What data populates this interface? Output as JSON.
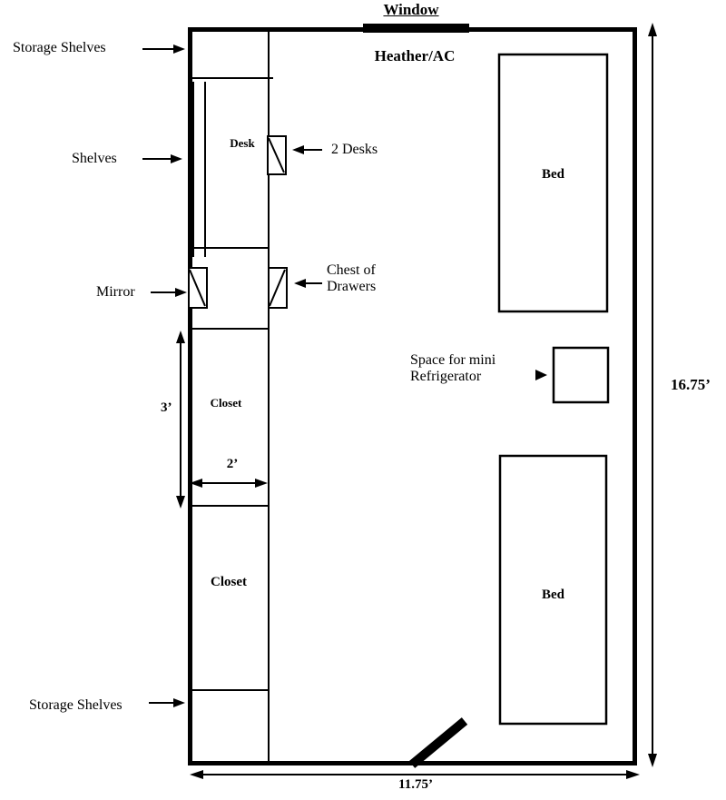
{
  "title": "Dorm room floor plan",
  "colors": {
    "line": "#000000",
    "background": "#ffffff"
  },
  "labels": {
    "window": "Window",
    "heater": "Heather/AC",
    "storage_shelves_top": "Storage Shelves",
    "shelves": "Shelves",
    "desk": "Desk",
    "two_desks": "2 Desks",
    "mirror": "Mirror",
    "chest_of_drawers": "Chest of\nDrawers",
    "closet_upper": "Closet",
    "closet_lower": "Closet",
    "storage_shelves_bottom": "Storage Shelves",
    "fridge": "Space for mini\nRefrigerator",
    "bed_top": "Bed",
    "bed_bottom": "Bed"
  },
  "dimensions": {
    "room_height": "16.75’",
    "room_width": "11.75’",
    "closet_height": "3’",
    "closet_width": "2’"
  }
}
